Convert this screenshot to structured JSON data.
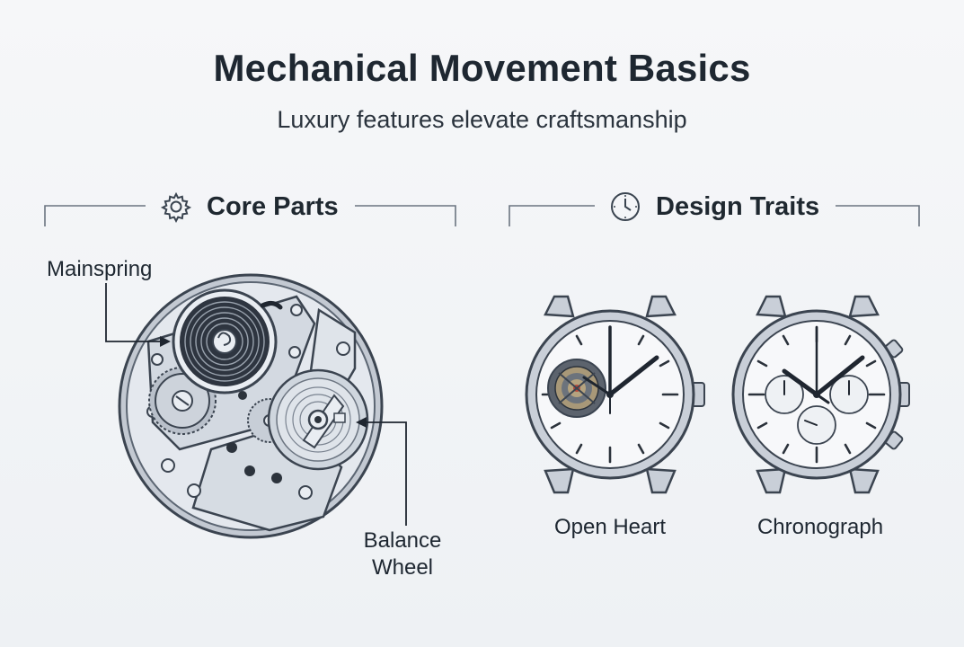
{
  "header": {
    "title": "Mechanical Movement Basics",
    "subtitle": "Luxury features elevate craftsmanship"
  },
  "sections": {
    "core": {
      "title": "Core Parts",
      "icon": "gear-icon"
    },
    "design": {
      "title": "Design Traits",
      "icon": "clock-icon"
    }
  },
  "core_labels": {
    "mainspring": "Mainspring",
    "balance_line1": "Balance",
    "balance_line2": "Wheel"
  },
  "design_labels": {
    "open_heart": "Open Heart",
    "chronograph": "Chronograph"
  },
  "colors": {
    "ink": "#1f2a36",
    "steel": "#c9cfd8",
    "steel_dark": "#8d96a3",
    "dial": "#f7f8fa"
  }
}
